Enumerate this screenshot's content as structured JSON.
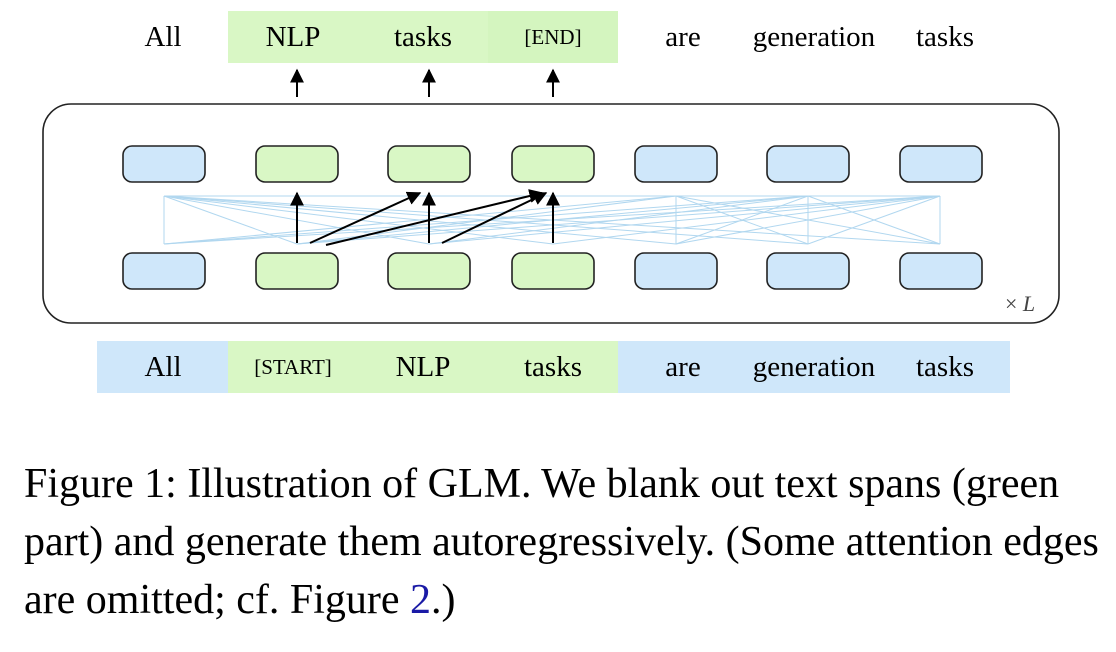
{
  "diagram": {
    "output_tokens": [
      {
        "text": "All",
        "masked": false
      },
      {
        "text": "NLP",
        "masked": true
      },
      {
        "text": "tasks",
        "masked": true
      },
      {
        "text": "[END]",
        "masked": true,
        "special": true
      },
      {
        "text": "are",
        "masked": false
      },
      {
        "text": "generation",
        "masked": false
      },
      {
        "text": "tasks",
        "masked": false
      }
    ],
    "input_tokens": [
      {
        "text": "All",
        "masked": false
      },
      {
        "text": "[START]",
        "masked": true,
        "special": true
      },
      {
        "text": "NLP",
        "masked": true
      },
      {
        "text": "tasks",
        "masked": true
      },
      {
        "text": "are",
        "masked": false
      },
      {
        "text": "generation",
        "masked": false
      },
      {
        "text": "tasks",
        "masked": false
      }
    ],
    "layer_label": "× L",
    "colors": {
      "masked": "#d9f7c5",
      "context": "#cfe7fa",
      "edge_light": "#a9d3ee",
      "border": "#222222"
    }
  },
  "caption": {
    "text": "Figure 1: Illustration of GLM. We blank out text spans (green part) and generate them autoregressively. (Some attention edges are omitted; cf. Figure ",
    "ref": "2",
    "tail": ".)"
  }
}
